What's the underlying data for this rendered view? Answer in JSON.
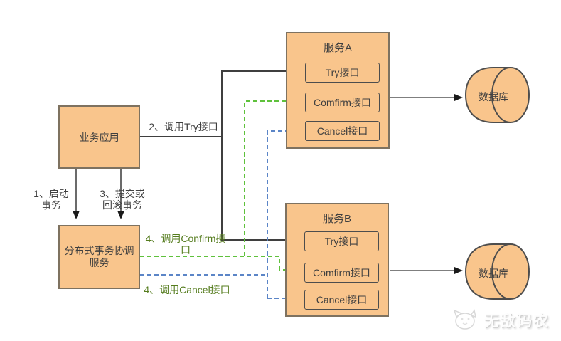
{
  "colors": {
    "node_fill": "#F9C58C",
    "node_border": "#7E7260",
    "inner_border": "#4D4D4D",
    "edge_dark": "#3F3F3F",
    "edge_gray": "#7F7F7F",
    "app_edge_gray": "#6B6B6B",
    "arrow_black": "#1A1A1A",
    "green_line": "#5FC13C",
    "green_arrow": "#35B31A",
    "blue_line": "#5B85C7",
    "blue_arrow": "#2353C4",
    "green_label_text": "#557C1E",
    "text": "#3F3F3F"
  },
  "nodes": {
    "business_app": {
      "label": "业务应用"
    },
    "coordinator": {
      "label": "分布式事务协调\n服务"
    },
    "service_a": {
      "title": "服务A",
      "interfaces": [
        "Try接口",
        "Comfirm接口",
        "Cancel接口"
      ]
    },
    "service_b": {
      "title": "服务B",
      "interfaces": [
        "Try接口",
        "Comfirm接口",
        "Cancel接口"
      ]
    },
    "database_a": {
      "label": "数据库"
    },
    "database_b": {
      "label": "数据库"
    }
  },
  "edge_labels": {
    "start_transaction": "1、启动\n事务",
    "call_try": "2、调用Try接口",
    "commit_or_rollback": "3、提交或\n回滚事务",
    "call_confirm": "4、调用Confirm接\n口",
    "call_cancel": "4、调用Cancel接口"
  },
  "watermark": {
    "text": "无敌码农"
  }
}
